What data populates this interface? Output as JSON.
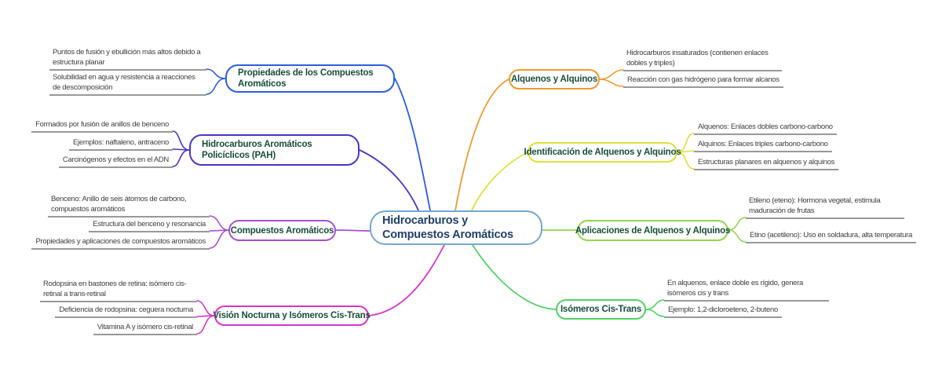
{
  "center": {
    "label": "Hidrocarburos y Compuestos Aromáticos"
  },
  "branches": [
    {
      "label": "Propiedades de los Compuestos Aromáticos",
      "color": "#2b5de0",
      "side": "left",
      "children": [
        "Puntos de fusión y ebullición más altos debido a estructura planar",
        "Solubilidad en agua y resistencia a reacciones de descomposición"
      ]
    },
    {
      "label": "Hidrocarburos Aromáticos Policíclicos (PAH)",
      "color": "#4a36cc",
      "side": "left",
      "children": [
        "Formados por fusión de anillos de benceno",
        "Ejemplos: naftaleno, antraceno",
        "Carcinógenos y efectos en el ADN"
      ]
    },
    {
      "label": "Compuestos Aromáticos",
      "color": "#a84fd4",
      "side": "left",
      "children": [
        "Benceno: Anillo de seis átomos de carbono, compuestos aromáticos",
        "Estructura del benceno y resonancia",
        "Propiedades y aplicaciones de compuestos aromáticos"
      ]
    },
    {
      "label": "Visión Nocturna y Isómeros Cis-Trans",
      "color": "#d935cd",
      "side": "left",
      "children": [
        "Rodopsina en bastones de retina: isómero cis-retinal a trans-retinal",
        "Deficiencia de rodopsina: ceguera nocturna",
        "Vitamina A y isómero cis-retinal"
      ]
    },
    {
      "label": "Alquenos y Alquinos",
      "color": "#f09a2e",
      "side": "right",
      "children": [
        "Hidrocarburos insaturados (contienen enlaces dobles y triples)",
        "Reacción con gas hidrógeno para formar alcanos"
      ]
    },
    {
      "label": "Identificación de Alquenos y Alquinos",
      "color": "#e0e03c",
      "side": "right",
      "children": [
        "Alquenos: Enlaces dobles carbono-carbono",
        "Alquinos: Enlaces triples carbono-carbono",
        "Estructuras planares en alquenos y alquinos"
      ]
    },
    {
      "label": "Aplicaciones de Alquenos y Alquinos",
      "color": "#8fd64b",
      "side": "right",
      "children": [
        "Etileno (eteno): Hormona vegetal, estimula maduración de frutas",
        "Etino (acetileno): Uso en soldadura, alta temperatura"
      ]
    },
    {
      "label": "Isómeros Cis-Trans",
      "color": "#4fd463",
      "side": "right",
      "children": [
        "En alquenos, enlace doble es rígido, genera isómeros cis y trans",
        "Ejemplo: 1,2-dicloroeteno, 2-buteno"
      ]
    }
  ]
}
